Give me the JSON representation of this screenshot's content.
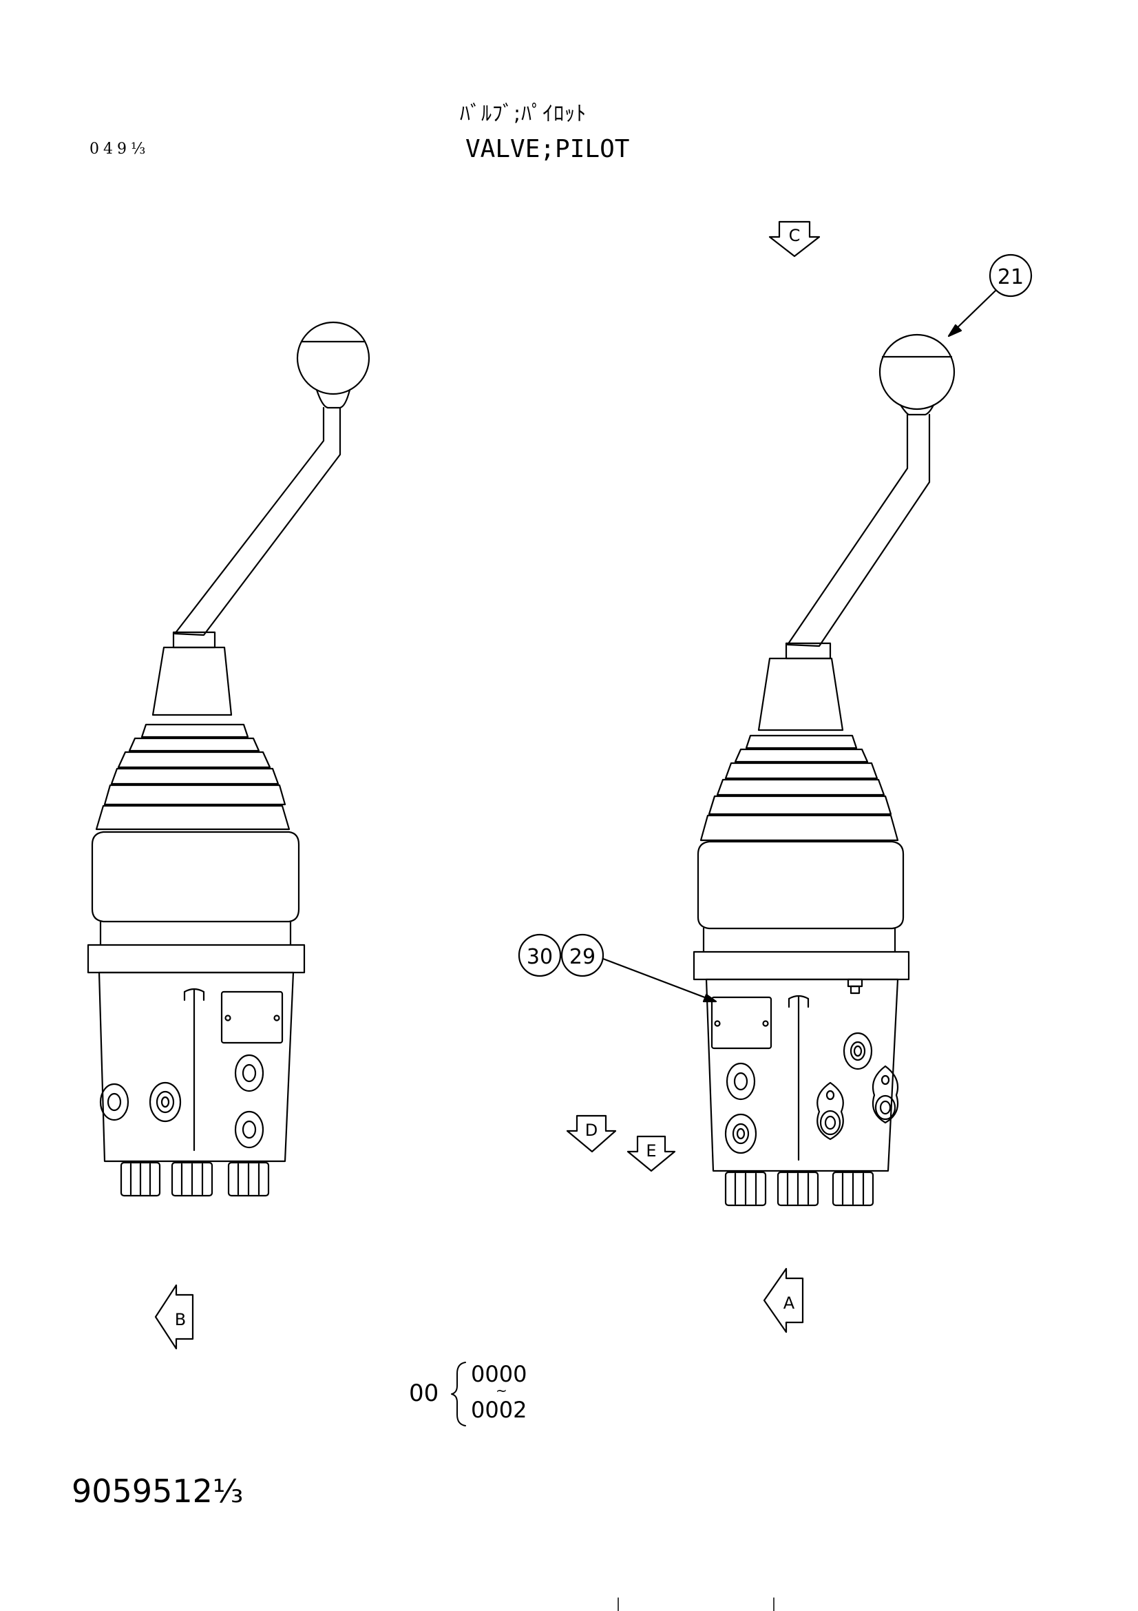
{
  "header": {
    "title_jp": "ﾊﾞﾙﾌﾞ;ﾊﾟｲﾛｯﾄ",
    "title_en": "VALVE;PILOT",
    "page_code": "049⅓"
  },
  "view_markers": {
    "c": "C",
    "d": "D",
    "e": "E",
    "b": "B",
    "a": "A"
  },
  "callouts": {
    "c21": "21",
    "c30": "30",
    "c29": "29"
  },
  "serial_range": {
    "prefix": "00",
    "from": "0000",
    "to": "0002",
    "between": "~"
  },
  "footer": {
    "drawing_number": "9059512⅓"
  }
}
